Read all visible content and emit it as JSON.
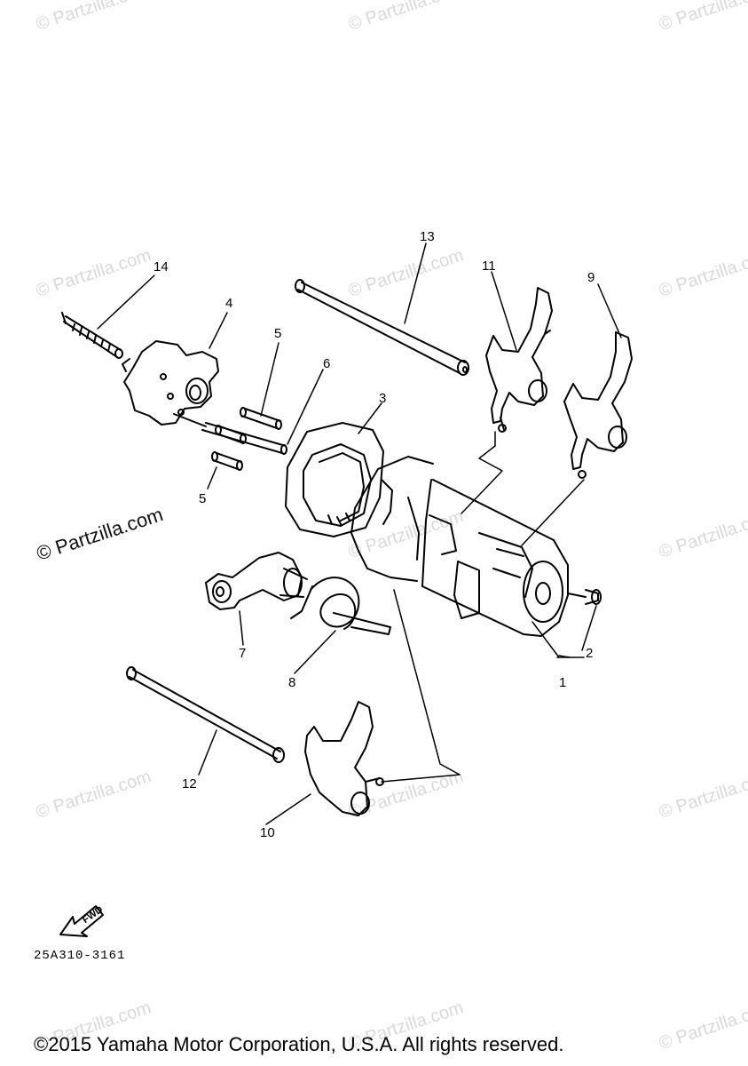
{
  "diagram": {
    "callouts": [
      "1",
      "2",
      "3",
      "4",
      "5",
      "5",
      "6",
      "7",
      "8",
      "9",
      "10",
      "11",
      "12",
      "13",
      "14"
    ],
    "diagram_code": "25A310-3161",
    "fwd_label": "FWD",
    "watermark_text": "© Partzilla.com",
    "copyright": "©2015 Yamaha Motor Corporation, U.S.A. All rights reserved."
  },
  "colors": {
    "line": "#000000",
    "watermark": "#d9d9d9"
  }
}
